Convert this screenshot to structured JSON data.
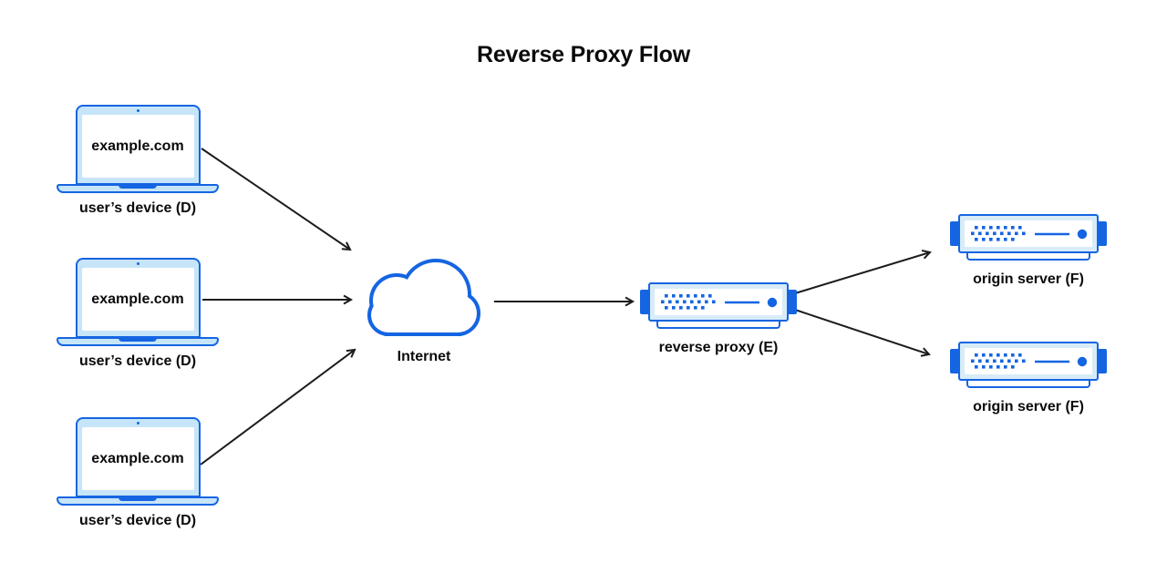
{
  "title": "Reverse Proxy Flow",
  "colors": {
    "accent": "#1565E2",
    "bezel-light": "#C7E5F8",
    "panel-light": "#D8ECF8",
    "arrow": "#1C1C1E",
    "text": "#0B0B0D",
    "bg": "#FFFFFF"
  },
  "devices": [
    {
      "screen_text": "example.com",
      "label": "user’s device (D)"
    },
    {
      "screen_text": "example.com",
      "label": "user’s device (D)"
    },
    {
      "screen_text": "example.com",
      "label": "user’s device (D)"
    }
  ],
  "internet": {
    "label": "Internet"
  },
  "proxy": {
    "label": "reverse proxy (E)"
  },
  "origins": [
    {
      "label": "origin server (F)"
    },
    {
      "label": "origin server (F)"
    }
  ],
  "edges": [
    {
      "from": "user-device-1",
      "to": "internet"
    },
    {
      "from": "user-device-2",
      "to": "internet"
    },
    {
      "from": "user-device-3",
      "to": "internet"
    },
    {
      "from": "internet",
      "to": "reverse-proxy"
    },
    {
      "from": "reverse-proxy",
      "to": "origin-server-1"
    },
    {
      "from": "reverse-proxy",
      "to": "origin-server-2"
    }
  ]
}
